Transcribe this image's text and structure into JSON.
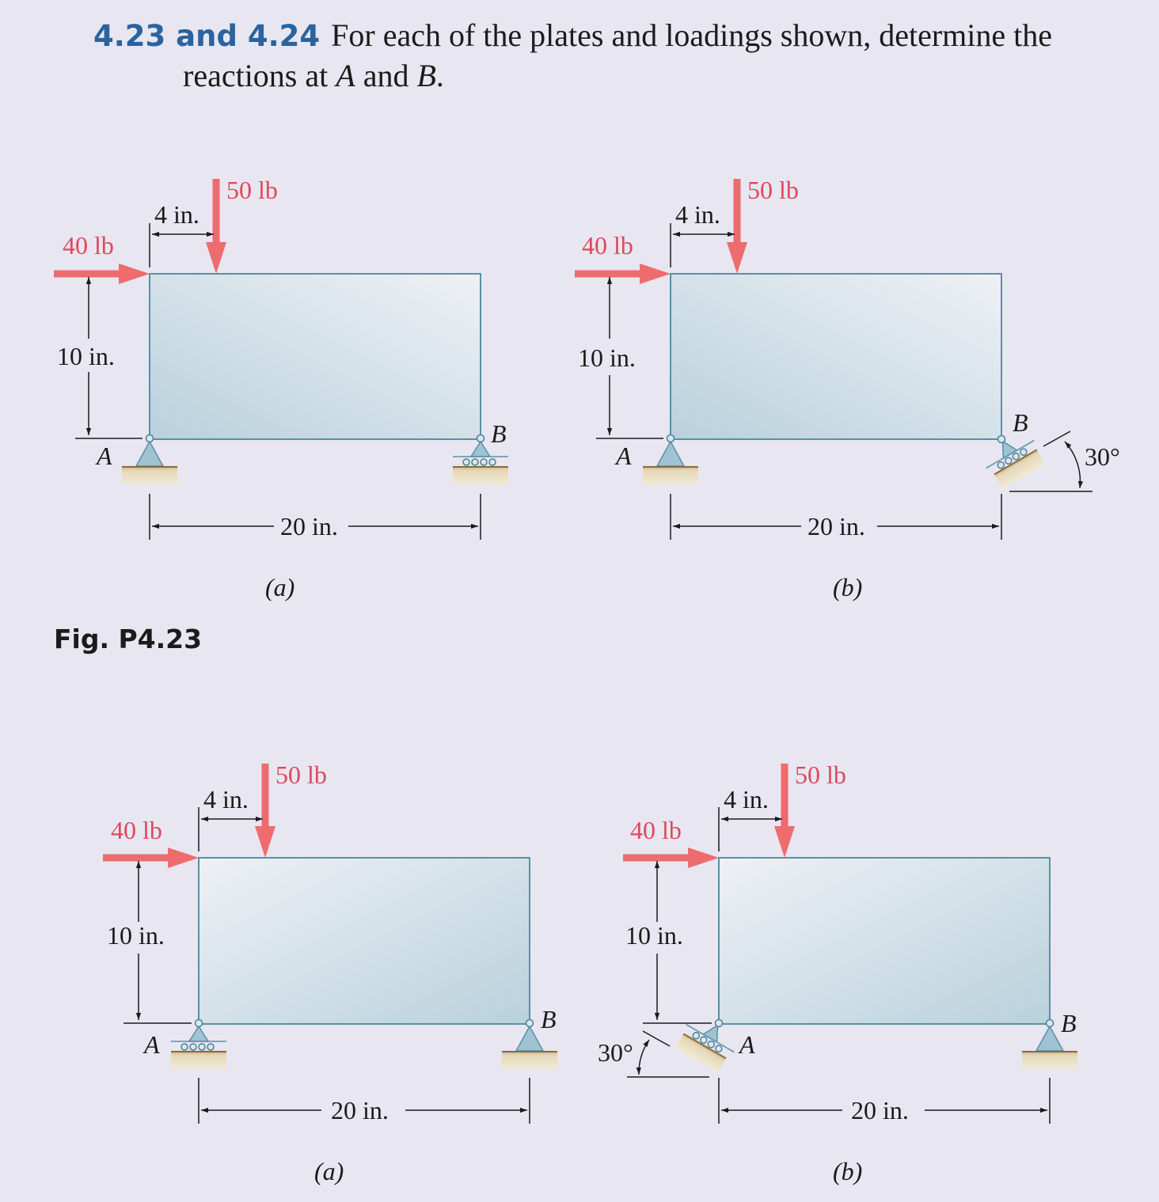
{
  "problem": {
    "number": "4.23 and 4.24",
    "text": "For each of the plates and loadings shown, determine the",
    "text_line2_pre": "reactions at ",
    "var_a": "A",
    "and_word": " and ",
    "var_b": "B",
    "period": "."
  },
  "figure_label": "Fig. P4.23",
  "colors": {
    "force": "#ee6b6e",
    "force_text": "#e0485c",
    "plate_stroke": "#5a8fa8",
    "support_fill": "#9fc3d0",
    "ground": "#e3d4b4"
  },
  "panels": [
    {
      "id": "p423a",
      "horizontal_force": "40 lb",
      "vertical_force": "50 lb",
      "top_dim": "4 in.",
      "height_dim": "10 in.",
      "width_dim": "20 in.",
      "label_a": "A",
      "label_b": "B",
      "caption": "(a)",
      "support_a": "pin",
      "support_b": "roller"
    },
    {
      "id": "p423b",
      "horizontal_force": "40 lb",
      "vertical_force": "50 lb",
      "top_dim": "4 in.",
      "height_dim": "10 in.",
      "width_dim": "20 in.",
      "label_a": "A",
      "label_b": "B",
      "angle": "30°",
      "caption": "(b)",
      "support_a": "pin",
      "support_b": "inclined roller"
    },
    {
      "id": "p424a",
      "horizontal_force": "40 lb",
      "vertical_force": "50 lb",
      "top_dim": "4 in.",
      "height_dim": "10 in.",
      "width_dim": "20 in.",
      "label_a": "A",
      "label_b": "B",
      "caption": "(a)",
      "support_a": "roller",
      "support_b": "pin"
    },
    {
      "id": "p424b",
      "horizontal_force": "40 lb",
      "vertical_force": "50 lb",
      "top_dim": "4 in.",
      "height_dim": "10 in.",
      "width_dim": "20 in.",
      "label_a": "A",
      "label_b": "B",
      "angle": "30°",
      "caption": "(b)",
      "support_a": "inclined roller",
      "support_b": "pin"
    }
  ]
}
